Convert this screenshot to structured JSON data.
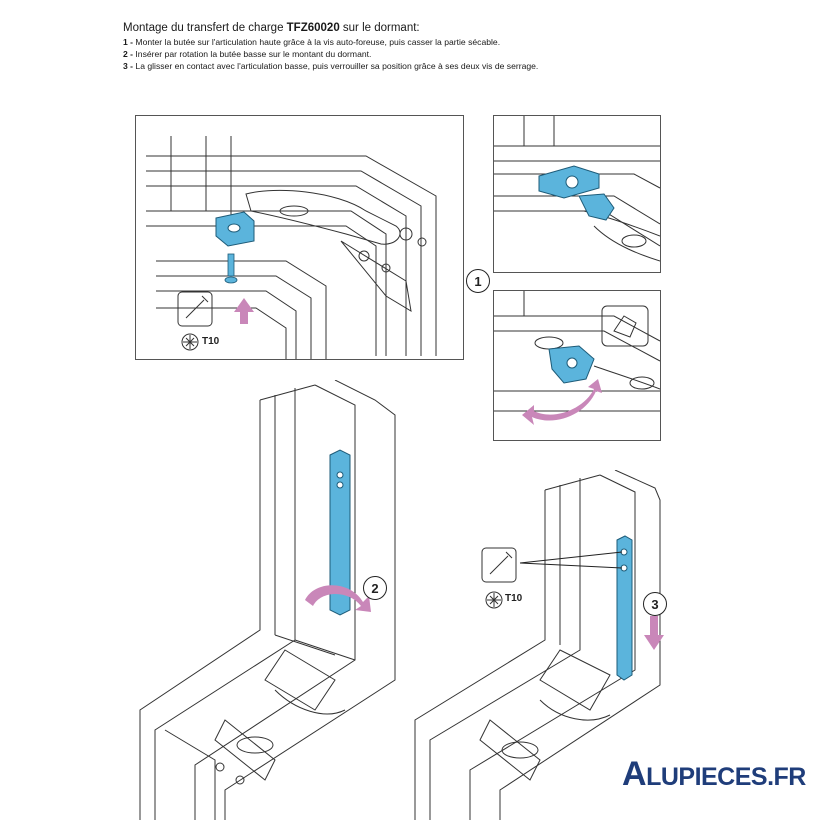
{
  "header": {
    "title_prefix": "Montage du transfert de charge ",
    "title_ref": "TFZ60020",
    "title_suffix": " sur le dormant:",
    "steps": [
      {
        "num": "1 -",
        "text": " Monter la butée sur l'articulation haute grâce à la vis auto-foreuse, puis casser la partie sécable."
      },
      {
        "num": "2 -",
        "text": " Insérer par rotation la butée basse sur le montant du dormant."
      },
      {
        "num": "3 -",
        "text": " La glisser en contact avec l'articulation basse, puis verrouiller sa position grâce à ses deux vis de serrage."
      }
    ]
  },
  "labels": {
    "step1": "1",
    "step2": "2",
    "step3": "3",
    "tool_top": "T10",
    "tool_right": "T10"
  },
  "logo": {
    "initial": "A",
    "rest": "LUPIECES.FR"
  },
  "colors": {
    "accent_blue": "#5bb4dc",
    "arrow_pink": "#c987b9",
    "line": "#333333",
    "logo": "#1f3d7a"
  }
}
